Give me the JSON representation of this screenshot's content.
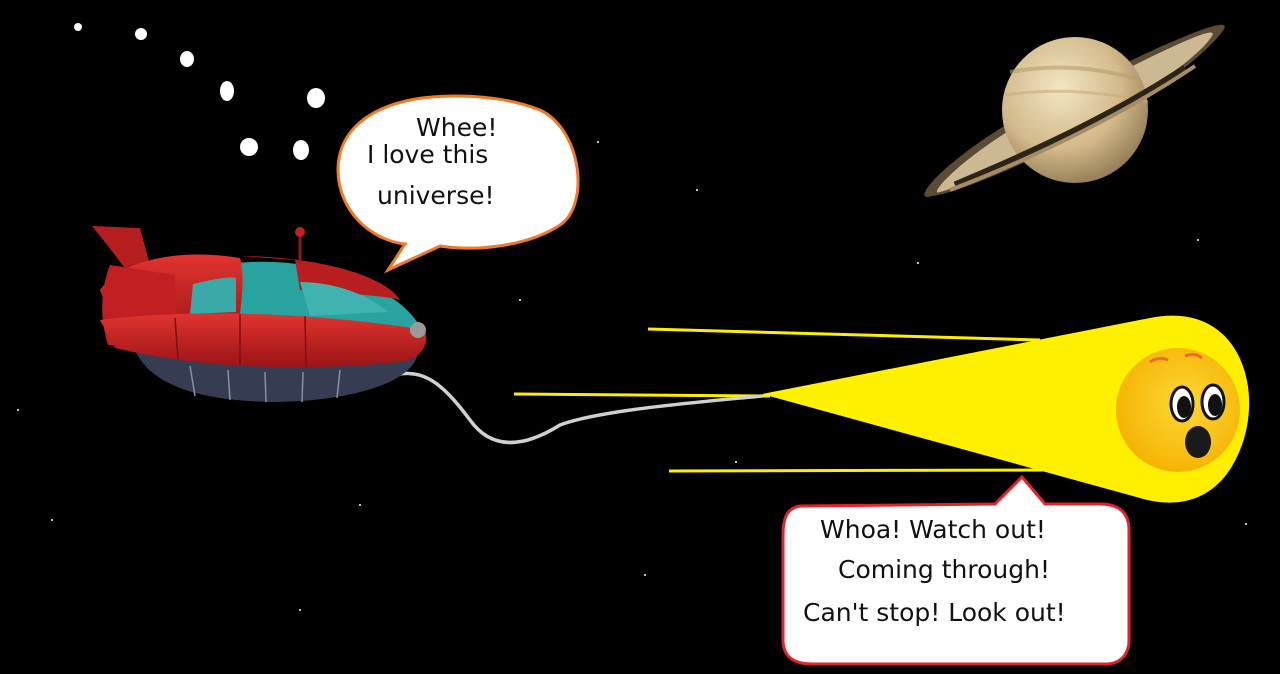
{
  "speech_bubbles": {
    "rocket": {
      "line1": "Whee!",
      "line2": "I love this",
      "line3": "universe!",
      "border_color": "#f07a28"
    },
    "comet": {
      "line1": "Whoa! Watch out!",
      "line2": "Coming through!",
      "line3": "Can't stop! Look out!",
      "border_color": "#e0242b"
    }
  },
  "colors": {
    "space": "#000000",
    "rocket_body": "#c41f22",
    "rocket_window": "#3aa9a8",
    "comet_tail": "#fff000",
    "comet_head": "#fbc02d",
    "saturn": "#d8c39a"
  },
  "icons": [
    "rocket-icon",
    "comet-icon",
    "saturn-icon",
    "star-icon"
  ]
}
